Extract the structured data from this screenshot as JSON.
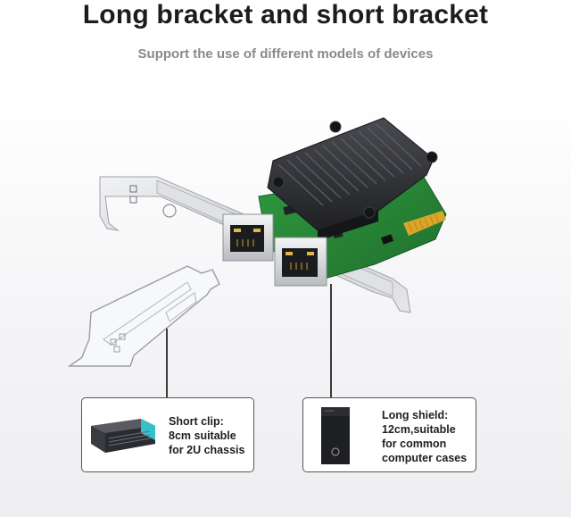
{
  "headline": "Long bracket and short bracket",
  "subheadline": "Support the use of different models of devices",
  "short_bracket_card": {
    "text": "Short clip:\n8cm suitable\nfor 2U chassis",
    "icon": "mini-pc-icon"
  },
  "long_bracket_card": {
    "text": "Long shield:\n12cm,suitable\nfor common\ncomputer cases",
    "icon": "tower-pc-icon"
  },
  "colors": {
    "heatsink": "#2e2f33",
    "pcb": "#2c8a3a",
    "gold_contacts": "#d9a62a",
    "bracket": "#d4d6d9",
    "accent_teal": "#37c0c8"
  }
}
